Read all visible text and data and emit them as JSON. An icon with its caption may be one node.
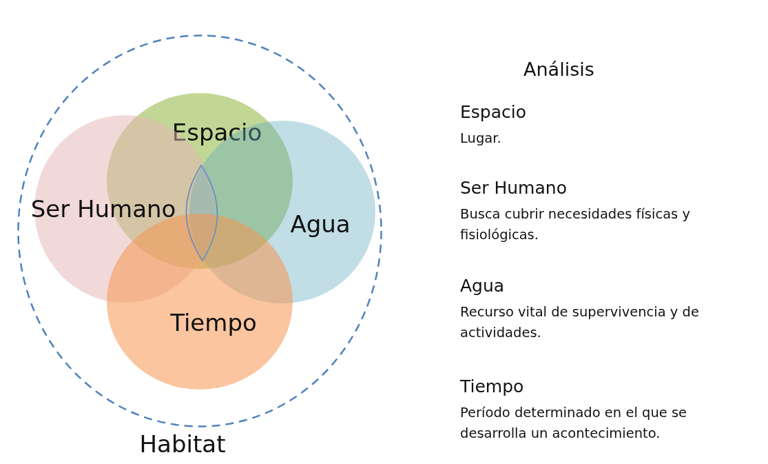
{
  "diagram": {
    "nodes": [
      {
        "text": [
          "Habitat"
        ]
      },
      {
        "text": [
          "Espacio"
        ],
        "in": 0
      },
      {
        "text": [
          "Ser Humano"
        ],
        "in": 0
      },
      {
        "text": [
          "Agua"
        ],
        "in": 0
      },
      {
        "text": [
          "Tiempo"
        ],
        "in": 0
      },
      {
        "text": [],
        "shape": "lens"
      }
    ],
    "labels": [
      "Análisis",
      "Espacio",
      "Lugar.",
      "Ser Humano",
      "Busca cubrir necesidades físicas y fisiológicas.",
      "Agua",
      "Recurso vital de supervivencia y de actividades.",
      "Tiempo",
      "Período determinado en el que se desarrolla un acontecimiento."
    ]
  }
}
